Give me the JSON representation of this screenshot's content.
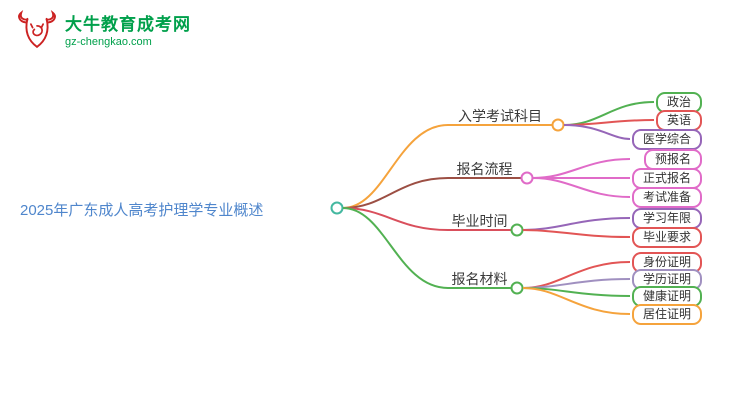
{
  "logo": {
    "site_name": "大牛教育成考网",
    "site_url": "gz-chengkao.com",
    "brand_color": "#00a04b",
    "icon_color": "#cc2222"
  },
  "mindmap": {
    "root": {
      "label": "2025年广东成人高考护理学专业概述",
      "color": "#4f86cc"
    },
    "hub_color": "#44b8a0",
    "branches": [
      {
        "label": "入学考试科目",
        "line_color": "#f5a33c",
        "node_color": "#f5a33c",
        "children": [
          {
            "label": "政治",
            "color": "#52b152"
          },
          {
            "label": "英语",
            "color": "#e25555"
          },
          {
            "label": "医学综合",
            "color": "#9666b8"
          }
        ]
      },
      {
        "label": "报名流程",
        "line_color": "#9c4f44",
        "node_color": "#e06bc8",
        "children": [
          {
            "label": "预报名",
            "color": "#e06bc8"
          },
          {
            "label": "正式报名",
            "color": "#e06bc8"
          },
          {
            "label": "考试准备",
            "color": "#e06bc8"
          }
        ]
      },
      {
        "label": "毕业时间",
        "line_color": "#d94f5c",
        "node_color": "#52b152",
        "children": [
          {
            "label": "学习年限",
            "color": "#9666b8"
          },
          {
            "label": "毕业要求",
            "color": "#e25555"
          }
        ]
      },
      {
        "label": "报名材料",
        "line_color": "#52b152",
        "node_color": "#52b152",
        "children": [
          {
            "label": "身份证明",
            "color": "#e25555"
          },
          {
            "label": "学历证明",
            "color": "#a090c0"
          },
          {
            "label": "健康证明",
            "color": "#52b152"
          },
          {
            "label": "居住证明",
            "color": "#f5a33c"
          }
        ]
      }
    ]
  }
}
